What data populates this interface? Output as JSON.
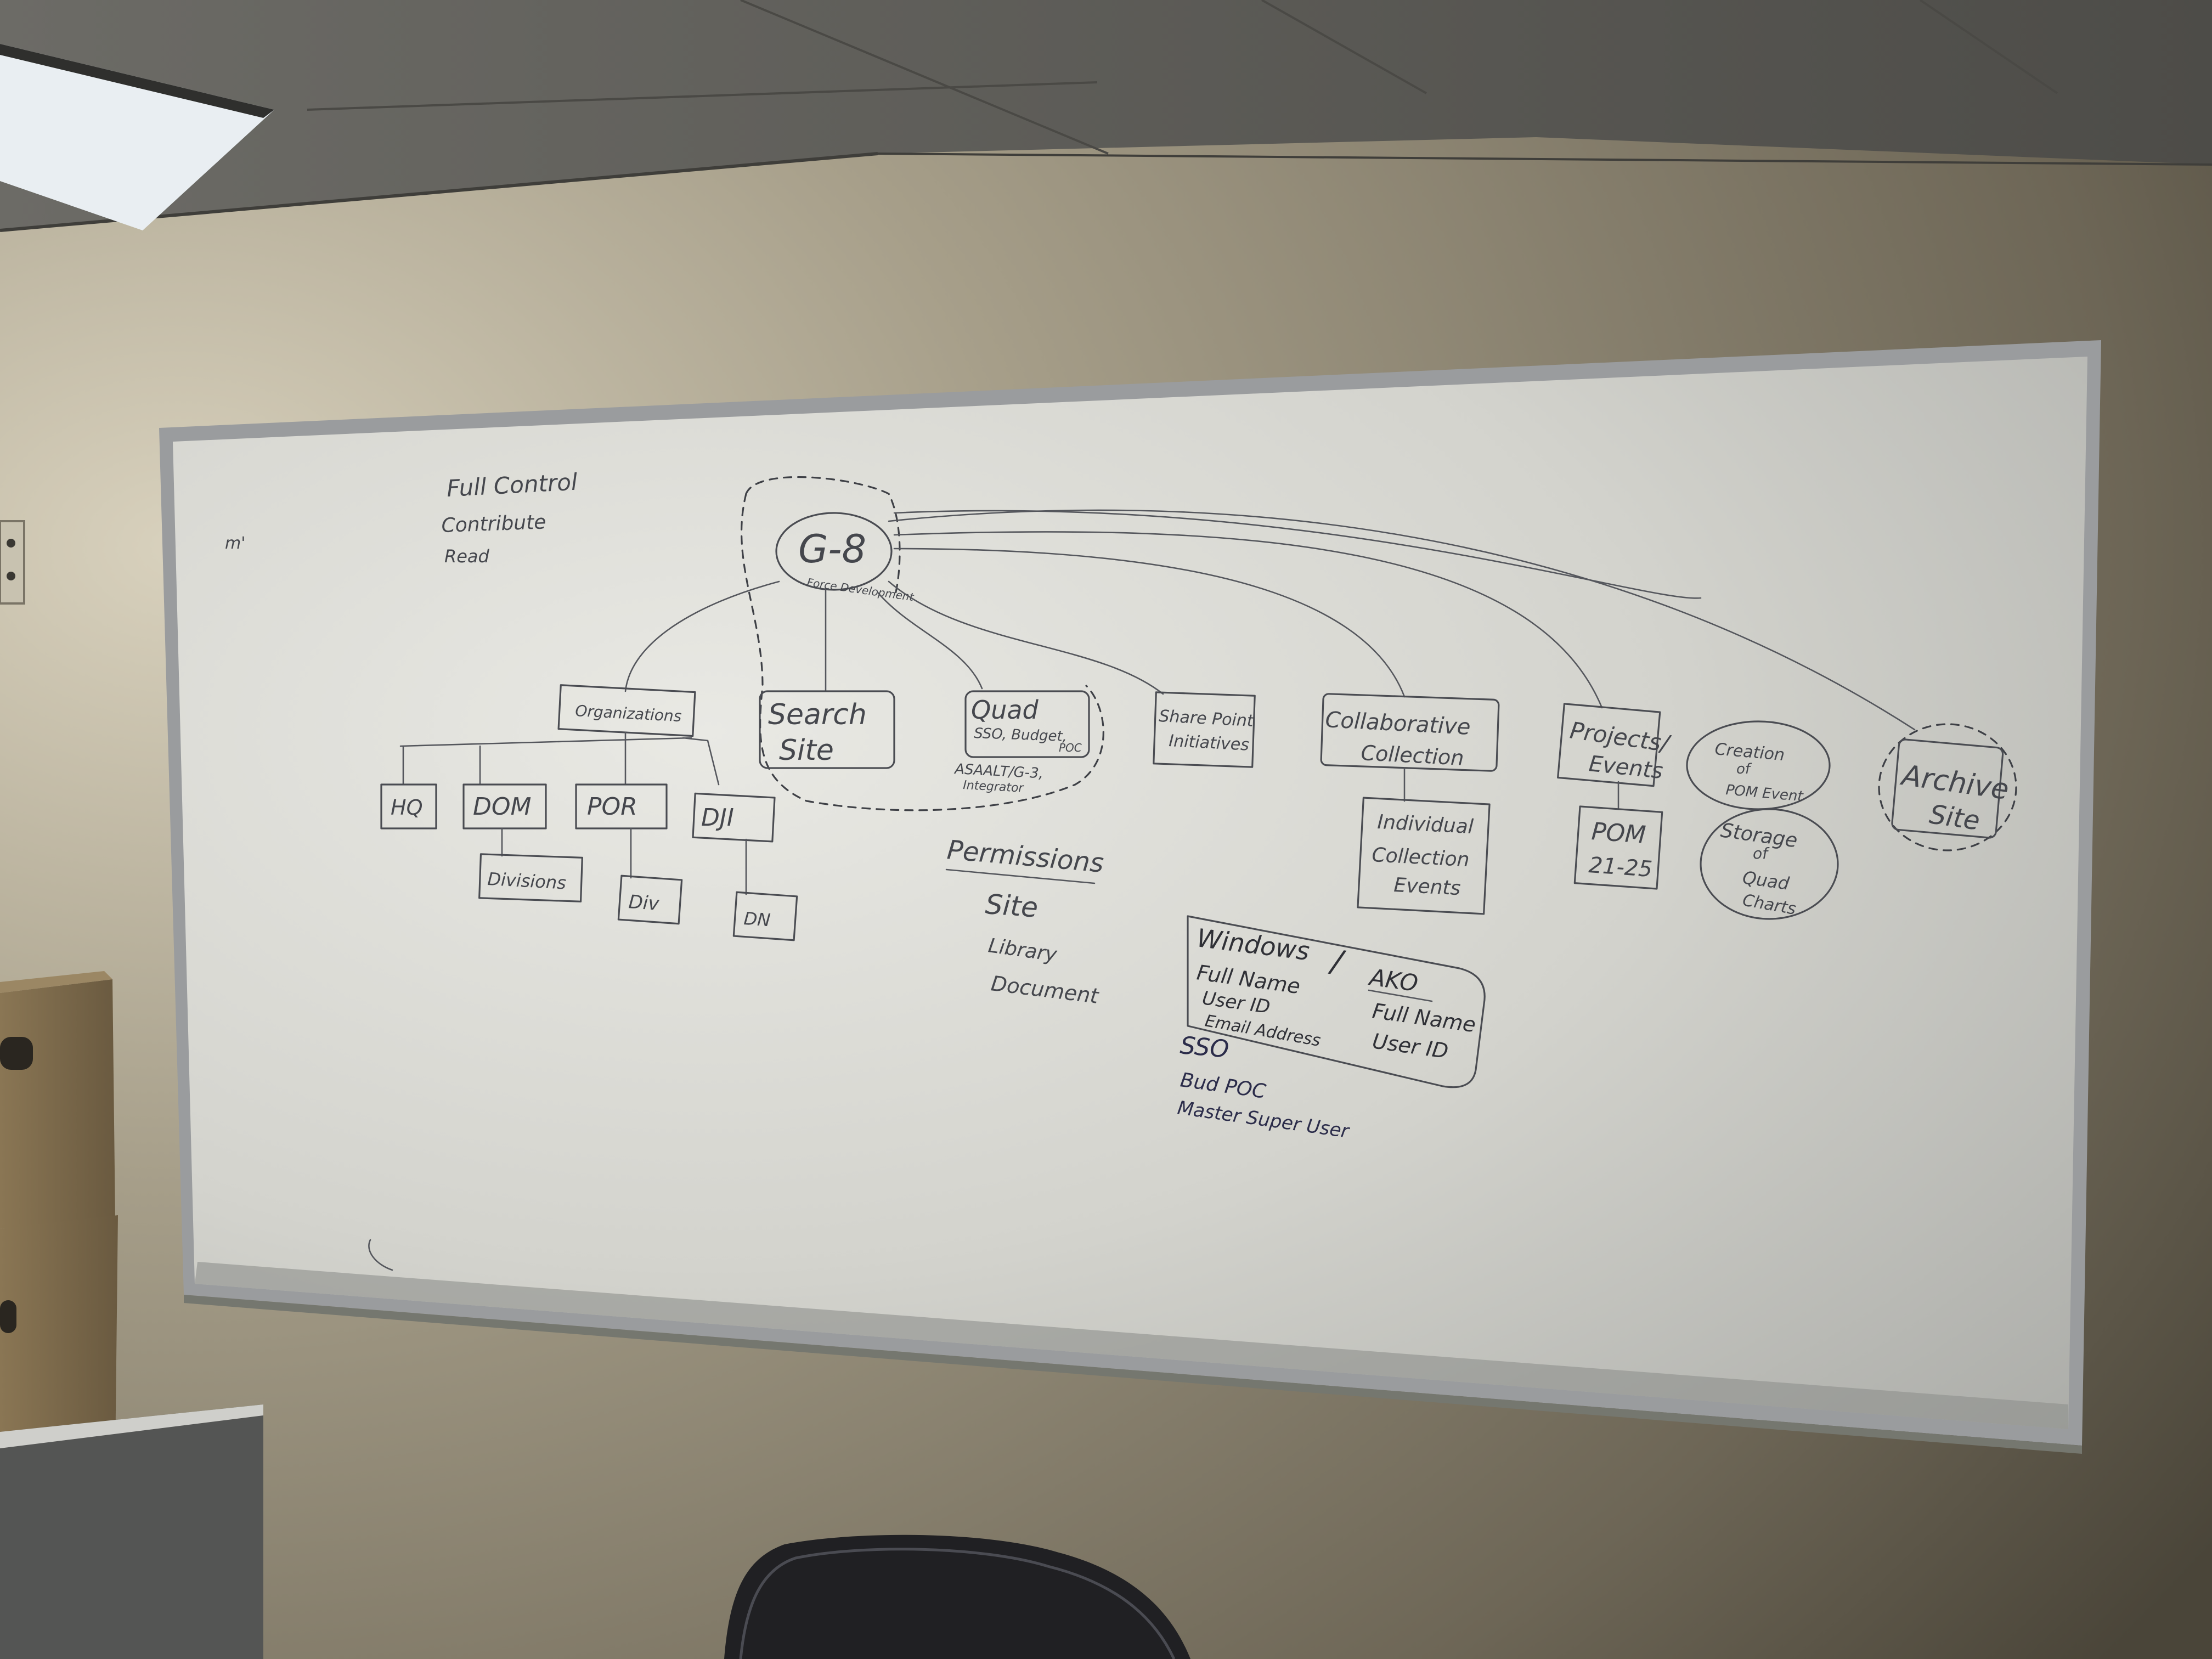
{
  "permissions_legend": [
    "Full Control",
    "Contribute",
    "Read"
  ],
  "stray_mark": "m'",
  "hub": {
    "title": "G-8",
    "subtitle": "Force Development"
  },
  "branches": {
    "organizations": "Organizations",
    "search_site": [
      "Search",
      "Site"
    ],
    "quad": {
      "title": "Quad",
      "line1": "SSO, Budget,",
      "line2": "POC",
      "note1": "ASAALT/G-3,",
      "note2": "Integrator"
    },
    "sharepoint": [
      "Share Point",
      "Initiatives"
    ],
    "collaborative": [
      "Collaborative",
      "Collection"
    ],
    "individual": [
      "Individual",
      "Collection",
      "Events"
    ],
    "projects": [
      "Projects/",
      "Events"
    ],
    "pom": [
      "POM",
      "21-25"
    ],
    "creation": [
      "Creation",
      "of",
      "POM Event"
    ],
    "storage": [
      "Storage",
      "of",
      "Quad",
      "Charts"
    ],
    "archive": [
      "Archive",
      "Site"
    ]
  },
  "org_children": [
    "HQ",
    "DOM",
    "POR",
    "DJI"
  ],
  "org_grandchildren": [
    "Divisions",
    "Div",
    "DN"
  ],
  "permission_levels": {
    "title": "Permissions",
    "items": [
      "Site",
      "Library",
      "Document"
    ]
  },
  "accounts": {
    "left_title": "Windows",
    "separator": "/",
    "right_title": "AKO",
    "left_items": [
      "Full Name",
      "User ID",
      "Email Address"
    ],
    "right_items": [
      "Full Name",
      "User ID"
    ]
  },
  "roles": [
    "SSO",
    "Bud POC",
    "Master Super User"
  ],
  "colors": {
    "wall": "#8a8170",
    "board": "#d6d6d0",
    "frame": "#9a9c9e",
    "ink": "#4a4c52",
    "ceiling": "#5b5b58"
  }
}
